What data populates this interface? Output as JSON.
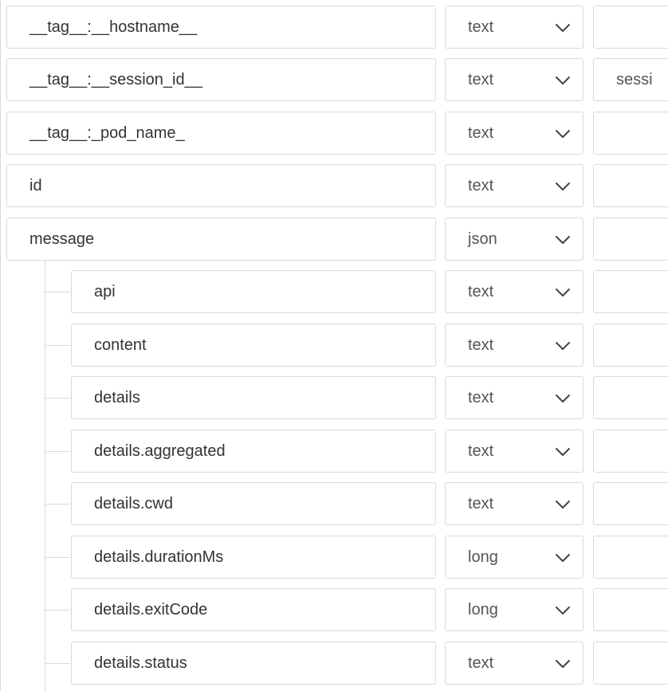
{
  "rows": [
    {
      "name": "__tag__:__hostname__",
      "type": "text",
      "extra": "",
      "child": false
    },
    {
      "name": "__tag__:__session_id__",
      "type": "text",
      "extra": "sessi",
      "child": false
    },
    {
      "name": "__tag__:_pod_name_",
      "type": "text",
      "extra": "",
      "child": false
    },
    {
      "name": "id",
      "type": "text",
      "extra": "",
      "child": false
    },
    {
      "name": "message",
      "type": "json",
      "extra": "",
      "child": false
    },
    {
      "name": "api",
      "type": "text",
      "extra": "",
      "child": true
    },
    {
      "name": "content",
      "type": "text",
      "extra": "",
      "child": true
    },
    {
      "name": "details",
      "type": "text",
      "extra": "",
      "child": true
    },
    {
      "name": "details.aggregated",
      "type": "text",
      "extra": "",
      "child": true
    },
    {
      "name": "details.cwd",
      "type": "text",
      "extra": "",
      "child": true
    },
    {
      "name": "details.durationMs",
      "type": "long",
      "extra": "",
      "child": true
    },
    {
      "name": "details.exitCode",
      "type": "long",
      "extra": "",
      "child": true
    },
    {
      "name": "details.status",
      "type": "text",
      "extra": "",
      "child": true
    }
  ],
  "icons": {
    "dropdown": "chevron-down-icon"
  },
  "colors": {
    "border": "#d9d9d9",
    "text": "#333333"
  }
}
